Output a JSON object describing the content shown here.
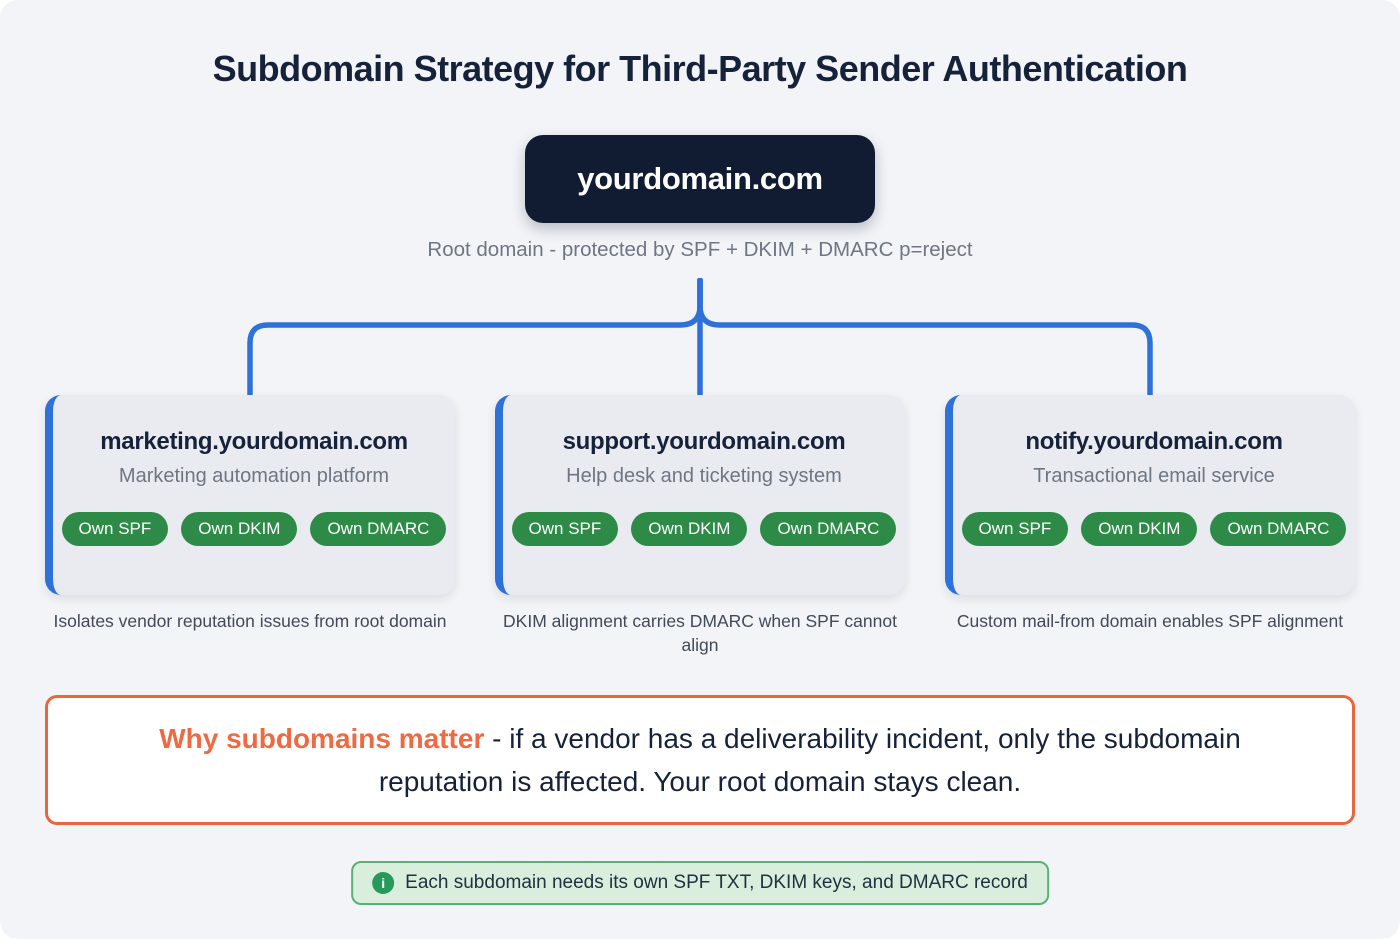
{
  "title": "Subdomain Strategy for Third-Party Sender Authentication",
  "root": {
    "domain": "yourdomain.com",
    "caption": "Root domain - protected by SPF + DKIM + DMARC p=reject"
  },
  "cards": [
    {
      "domain": "marketing.yourdomain.com",
      "description": "Marketing automation platform",
      "badges": [
        "Own SPF",
        "Own DKIM",
        "Own DMARC"
      ],
      "note": "Isolates vendor reputation issues from root domain"
    },
    {
      "domain": "support.yourdomain.com",
      "description": "Help desk and ticketing system",
      "badges": [
        "Own SPF",
        "Own DKIM",
        "Own DMARC"
      ],
      "note": "DKIM alignment carries DMARC when SPF cannot align"
    },
    {
      "domain": "notify.yourdomain.com",
      "description": "Transactional email service",
      "badges": [
        "Own SPF",
        "Own DKIM",
        "Own DMARC"
      ],
      "note": "Custom mail-from domain enables SPF alignment"
    }
  ],
  "callout": {
    "highlight": "Why subdomains matter",
    "text": " - if a vendor has a deliverability incident, only the subdomain reputation is affected. Your root domain stays clean."
  },
  "footnote": {
    "icon": "info-icon",
    "icon_glyph": "i",
    "text": "Each subdomain needs its own SPF TXT, DKIM keys, and DMARC record"
  },
  "colors": {
    "background": "#f2f4f7",
    "dark_navy": "#111c33",
    "heading_text": "#16213a",
    "muted_text": "#6e7684",
    "connector_blue": "#2e71d8",
    "badge_green": "#2e8b47",
    "callout_orange": "#e8663d",
    "footnote_green_bg": "#daeede",
    "footnote_green_border": "#57b273"
  }
}
